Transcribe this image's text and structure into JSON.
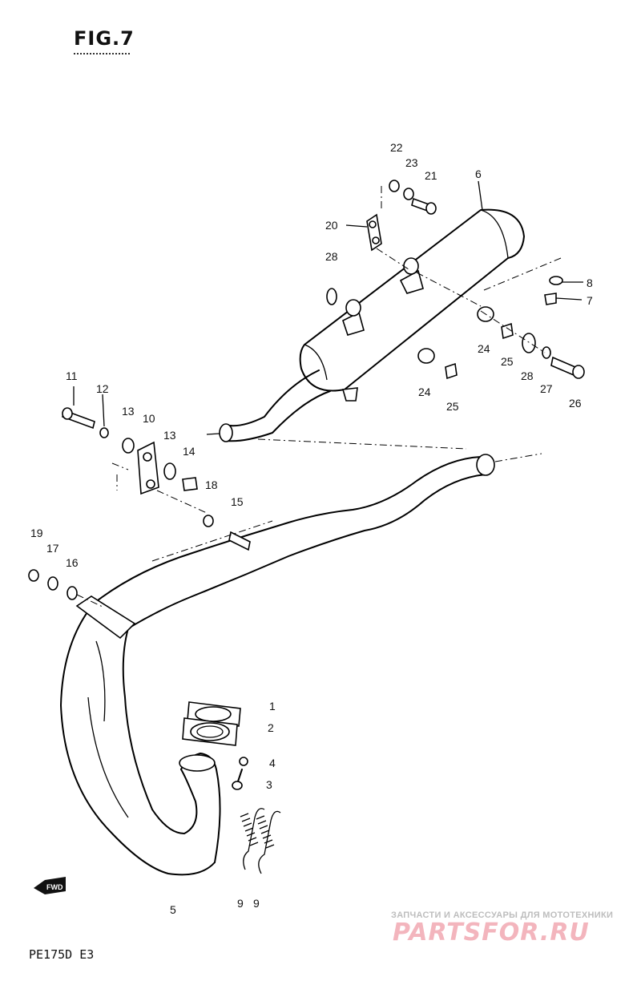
{
  "figure_title": "FIG.7",
  "model_code": "PE175D E3",
  "fwd_label": "FWD",
  "watermark": {
    "line1": "ЗАПЧАСТИ И АКСЕССУАРЫ ДЛЯ МОТОТЕХНИКИ",
    "line2": "PARTSFOR.RU",
    "color_text": "#f3b5bd",
    "color_sub": "#bdbdbd"
  },
  "part_labels": {
    "p1": "1",
    "p2": "2",
    "p3": "3",
    "p4": "4",
    "p5": "5",
    "p6": "6",
    "p7": "7",
    "p8": "8",
    "p9a": "9",
    "p9b": "9",
    "p10": "10",
    "p11": "11",
    "p12": "12",
    "p13a": "13",
    "p13b": "13",
    "p14": "14",
    "p15": "15",
    "p16": "16",
    "p17": "17",
    "p18": "18",
    "p19": "19",
    "p20": "20",
    "p21": "21",
    "p22": "22",
    "p23": "23",
    "p24a": "24",
    "p24b": "24",
    "p25a": "25",
    "p25b": "25",
    "p26": "26",
    "p27": "27",
    "p28a": "28",
    "p28b": "28"
  }
}
